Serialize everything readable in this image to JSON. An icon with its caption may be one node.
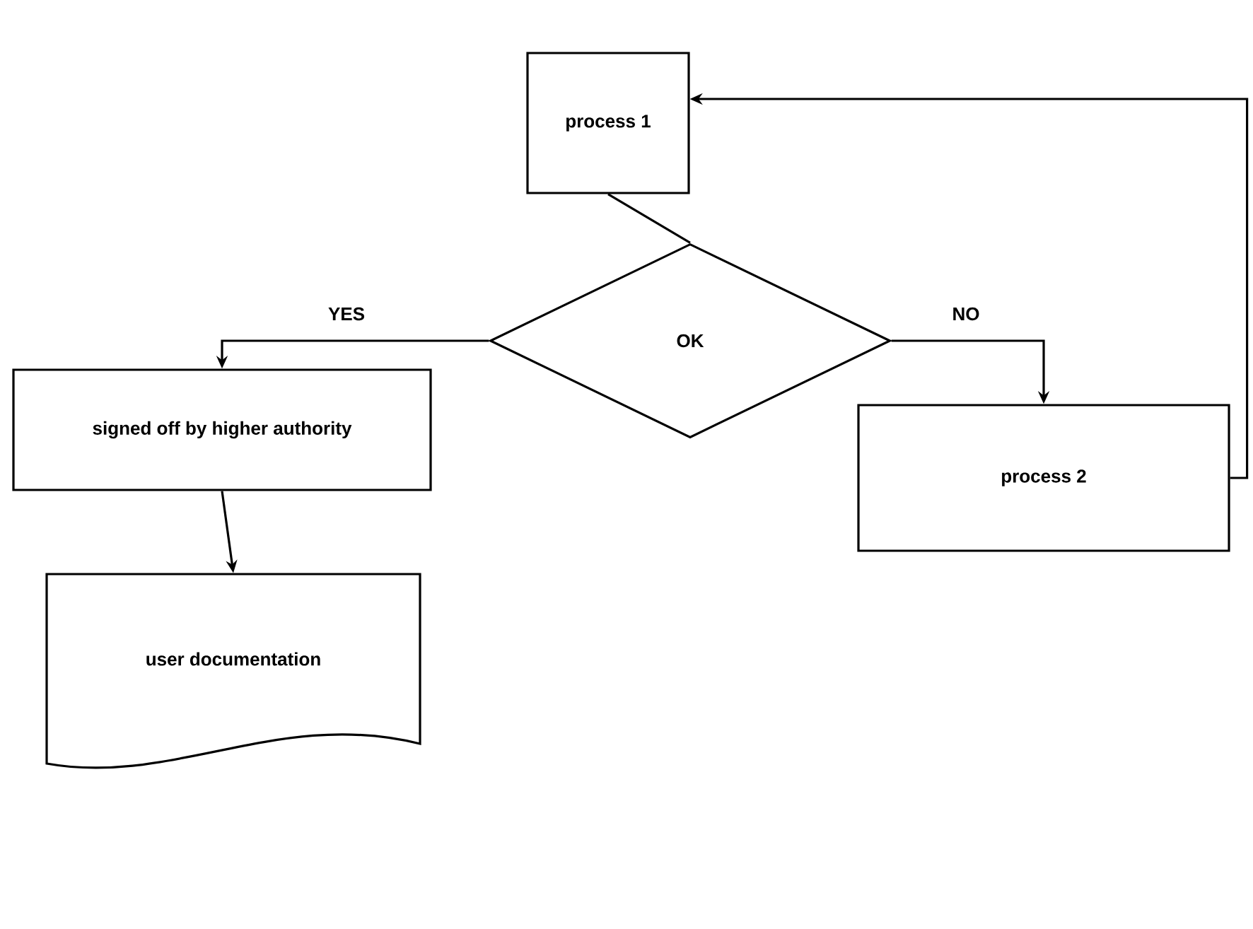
{
  "diagram": {
    "nodes": [
      {
        "text": [
          "process 1"
        ]
      },
      {
        "text": [
          "OK"
        ]
      },
      {
        "text": [
          "signed off by higher authority"
        ]
      },
      {
        "text": [
          "process 2"
        ]
      },
      {
        "text": [
          "user documentation"
        ]
      }
    ],
    "edges": [
      {
        "from": 0,
        "to": 1,
        "arrow": "none"
      },
      {
        "from": 1,
        "to": 2,
        "arrow": "to",
        "label": "YES"
      },
      {
        "from": 1,
        "to": 3,
        "arrow": "to",
        "label": "NO"
      },
      {
        "from": 2,
        "to": 4,
        "arrow": "to"
      },
      {
        "from": 3,
        "to": 0,
        "arrow": "to"
      }
    ]
  }
}
